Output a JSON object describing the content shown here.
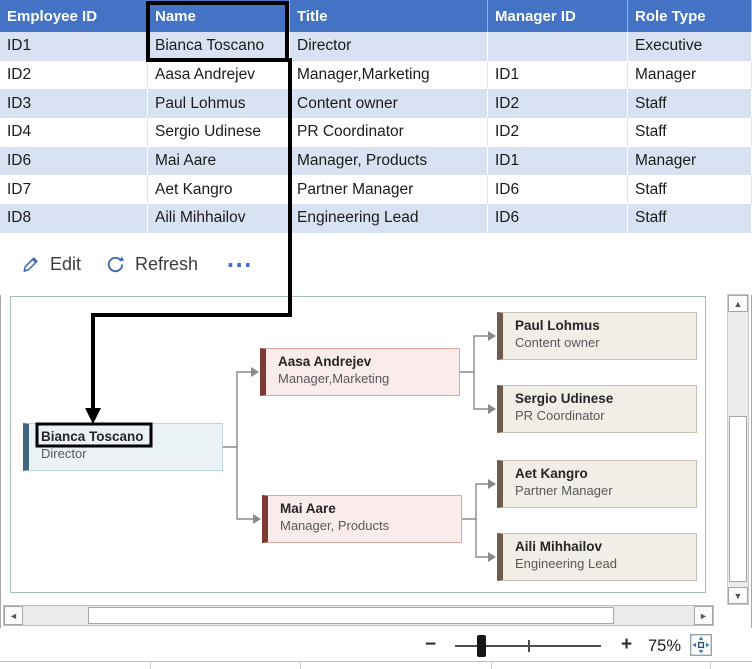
{
  "table": {
    "columns": [
      "Employee ID",
      "Name",
      "Title",
      "Manager ID",
      "Role Type"
    ],
    "rows": [
      {
        "employee_id": "ID1",
        "name": "Bianca Toscano",
        "title": "Director",
        "manager_id": "",
        "role_type": "Executive"
      },
      {
        "employee_id": "ID2",
        "name": "Aasa Andrejev",
        "title": "Manager,Marketing",
        "manager_id": "ID1",
        "role_type": "Manager"
      },
      {
        "employee_id": "ID3",
        "name": "Paul Lohmus",
        "title": "Content owner",
        "manager_id": "ID2",
        "role_type": "Staff"
      },
      {
        "employee_id": "ID4",
        "name": "Sergio Udinese",
        "title": "PR Coordinator",
        "manager_id": "ID2",
        "role_type": "Staff"
      },
      {
        "employee_id": "ID6",
        "name": "Mai Aare",
        "title": "Manager, Products",
        "manager_id": "ID1",
        "role_type": "Manager"
      },
      {
        "employee_id": "ID7",
        "name": "Aet Kangro",
        "title": "Partner Manager",
        "manager_id": "ID6",
        "role_type": "Staff"
      },
      {
        "employee_id": "ID8",
        "name": "Aili Mihhailov",
        "title": "Engineering Lead",
        "manager_id": "ID6",
        "role_type": "Staff"
      }
    ]
  },
  "toolbar": {
    "edit": "Edit",
    "refresh": "Refresh",
    "more": "⋯"
  },
  "org_chart": {
    "nodes": [
      {
        "name": "Bianca Toscano",
        "title": "Director"
      },
      {
        "name": "Aasa Andrejev",
        "title": "Manager,Marketing"
      },
      {
        "name": "Mai Aare",
        "title": "Manager, Products"
      },
      {
        "name": "Paul Lohmus",
        "title": "Content owner"
      },
      {
        "name": "Sergio Udinese",
        "title": "PR Coordinator"
      },
      {
        "name": "Aet Kangro",
        "title": "Partner Manager"
      },
      {
        "name": "Aili Mihhailov",
        "title": "Engineering Lead"
      }
    ]
  },
  "scrollbars": {
    "up": "▲",
    "down": "▼",
    "left": "◄",
    "right": "►"
  },
  "zoom_bar": {
    "minus": "−",
    "plus": "+",
    "level": "75%"
  },
  "colors": {
    "header_blue": "#4472C4",
    "band_blue": "#D9E2F3",
    "frame_teal": "#9FBEB4",
    "accent_blue": "#3F6AB3",
    "node_blue_bar": "#41677B",
    "node_pink_bar": "#7D3A33",
    "node_beige_bar": "#6F5B4B",
    "annotation_black": "#000000"
  }
}
